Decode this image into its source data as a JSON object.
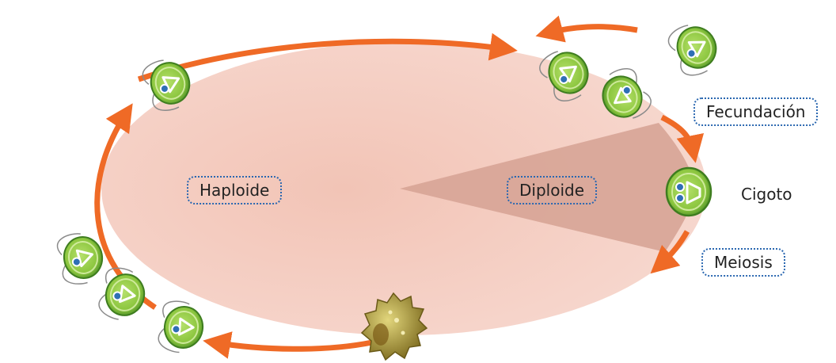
{
  "labels": {
    "haploid": "Haploide",
    "diploid": "Diploide",
    "fertilization": "Fecundación",
    "zygote": "Cigoto",
    "meiosis": "Meiosis"
  },
  "colors": {
    "haploid_fill": "#f5cfc4",
    "diploid_fill": "#d7a496",
    "arrow": "#ef6a26",
    "cell_green": "#8cc63f",
    "cell_dark": "#3e7d1f",
    "nucleus": "#2f6fb5",
    "label_border": "#2a67b0",
    "spore": "#b7a33c"
  },
  "icons": [
    "chlamydomonas-cell-icon",
    "mating-cells-icon",
    "zygote-icon",
    "zygospore-icon",
    "cycle-arrow-icon"
  ]
}
